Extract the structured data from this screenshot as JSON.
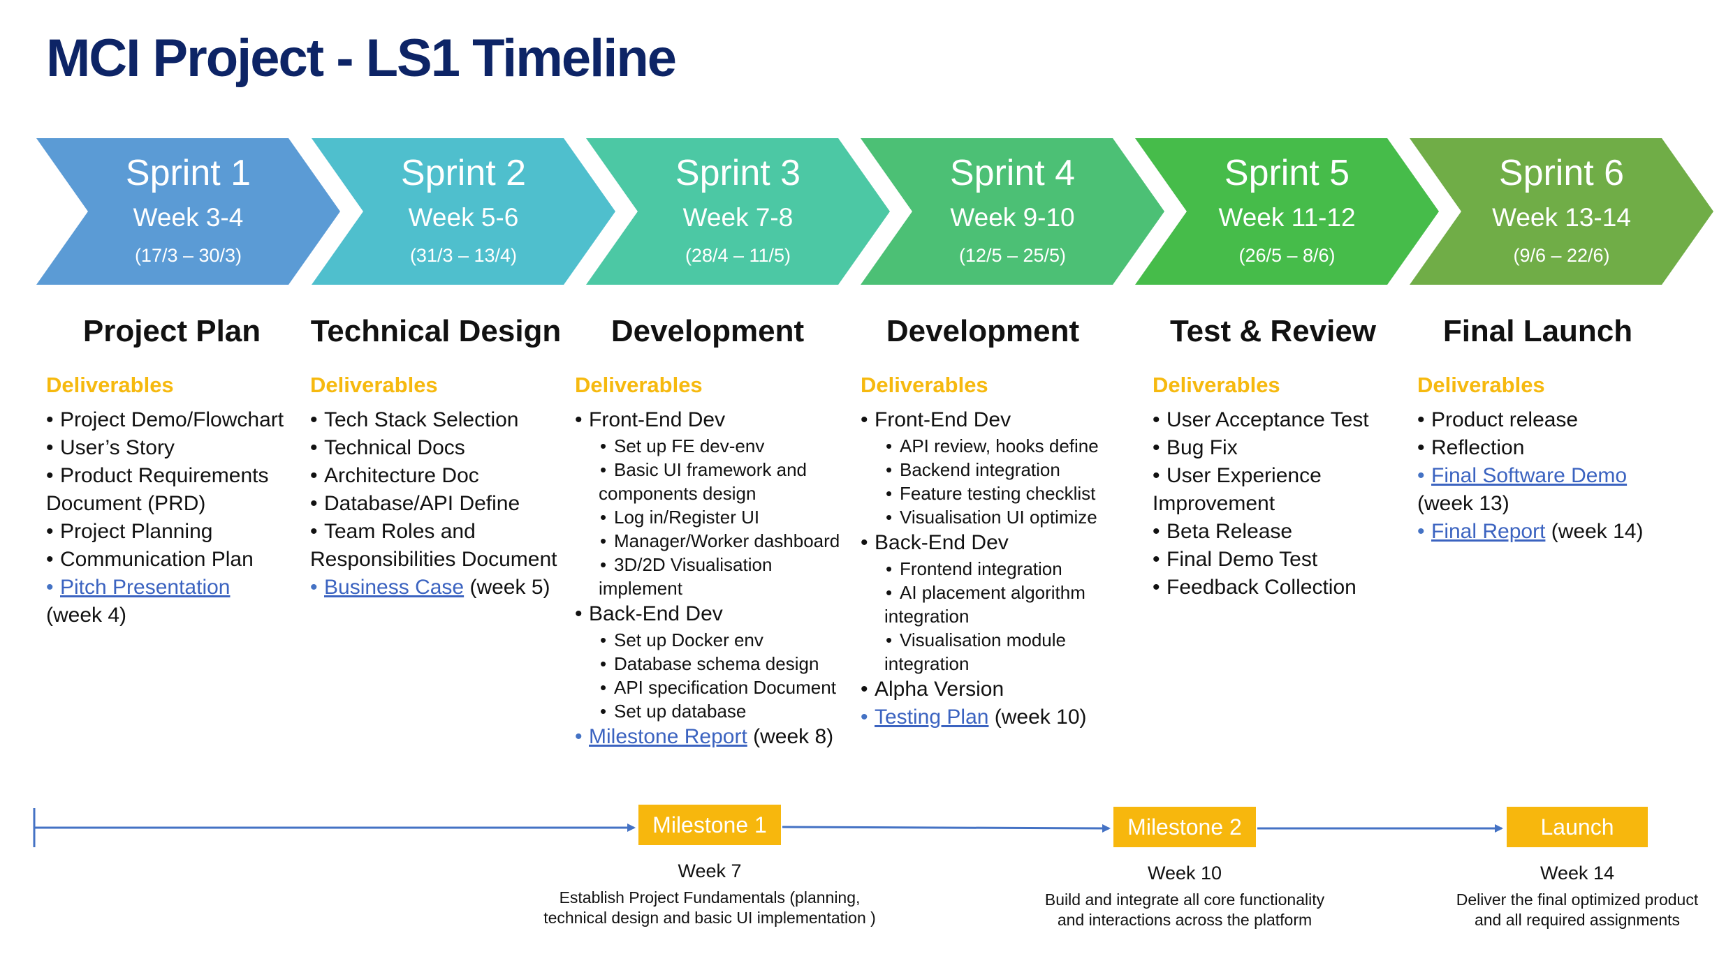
{
  "title": "MCI Project - LS1 Timeline",
  "colors": {
    "title": "#0d2466",
    "deliverables": "#f6b90f",
    "milestone": "#f7b70d",
    "timeline": "#4472c4",
    "link": "#3b63c0"
  },
  "sprints": [
    {
      "label": "Sprint 1",
      "week": "Week 3-4",
      "dates": "(17/3 – 30/3)",
      "color": "#5b9bd5"
    },
    {
      "label": "Sprint 2",
      "week": "Week 5-6",
      "dates": "(31/3 – 13/4)",
      "color": "#4fbfcd"
    },
    {
      "label": "Sprint 3",
      "week": "Week 7-8",
      "dates": "(28/4 – 11/5)",
      "color": "#4cc8a4"
    },
    {
      "label": "Sprint 4",
      "week": "Week 9-10",
      "dates": "(12/5 – 25/5)",
      "color": "#4cc075"
    },
    {
      "label": "Sprint 5",
      "week": "Week 11-12",
      "dates": "(26/5 – 8/6)",
      "color": "#46bc4a"
    },
    {
      "label": "Sprint 6",
      "week": "Week 13-14",
      "dates": "(9/6 – 22/6)",
      "color": "#70ad47"
    }
  ],
  "phases": [
    {
      "title": "Project Plan",
      "deliverables_label": "Deliverables",
      "items": [
        "Project Demo/Flowchart",
        "User’s Story",
        "Product Requirements",
        "Document (PRD)",
        "Project Planning",
        "Communication Plan"
      ],
      "link_text": "Pitch Presentation",
      "link_suffix": "(week 4)"
    },
    {
      "title": "Technical Design",
      "deliverables_label": "Deliverables",
      "items": [
        "Tech Stack Selection",
        "Technical Docs",
        "Architecture Doc",
        "Database/API Define",
        "Team Roles and",
        "Responsibilities Document"
      ],
      "link_text": "Business Case",
      "link_suffix": "(week 5)"
    },
    {
      "title": "Development",
      "deliverables_label": "Deliverables",
      "items": [
        "Front-End Dev",
        "Set up FE dev-env",
        "Basic UI framework and",
        "components design",
        "Log in/Register UI",
        "Manager/Worker dashboard",
        "3D/2D Visualisation",
        "implement",
        "Back-End Dev",
        "Set up Docker env",
        "Database schema design",
        "API specification Document",
        "Set up database"
      ],
      "link_text": "Milestone Report",
      "link_suffix": "(week 8)"
    },
    {
      "title": "Development",
      "deliverables_label": "Deliverables",
      "items": [
        "Front-End Dev",
        "API review, hooks define",
        "Backend integration",
        "Feature testing checklist",
        "Visualisation UI optimize",
        "Back-End Dev",
        "Frontend integration",
        "AI placement algorithm",
        "integration",
        "Visualisation module",
        "integration",
        "Alpha Version"
      ],
      "link_text": "Testing Plan",
      "link_suffix": "(week 10)"
    },
    {
      "title": "Test & Review",
      "deliverables_label": "Deliverables",
      "items": [
        "User Acceptance Test",
        "Bug Fix",
        "User Experience",
        "Improvement",
        "Beta Release",
        "Final Demo Test",
        "Feedback Collection"
      ]
    },
    {
      "title": "Final Launch",
      "deliverables_label": "Deliverables",
      "items": [
        "Product release",
        "Reflection"
      ],
      "link_text": "Final Software Demo",
      "link_suffix": "(week 13)",
      "link2_text": "Final Report",
      "link2_suffix": "(week 14)"
    }
  ],
  "milestones": [
    {
      "label": "Milestone 1",
      "week": "Week 7",
      "desc_line1": "Establish Project Fundamentals (planning,",
      "desc_line2": "technical design and basic UI implementation )"
    },
    {
      "label": "Milestone 2",
      "week": "Week 10",
      "desc_line1": "Build and integrate all core functionality",
      "desc_line2": "and interactions across the platform"
    },
    {
      "label": "Launch",
      "week": "Week 14",
      "desc_line1": "Deliver the final optimized product",
      "desc_line2": "and all required assignments"
    }
  ]
}
